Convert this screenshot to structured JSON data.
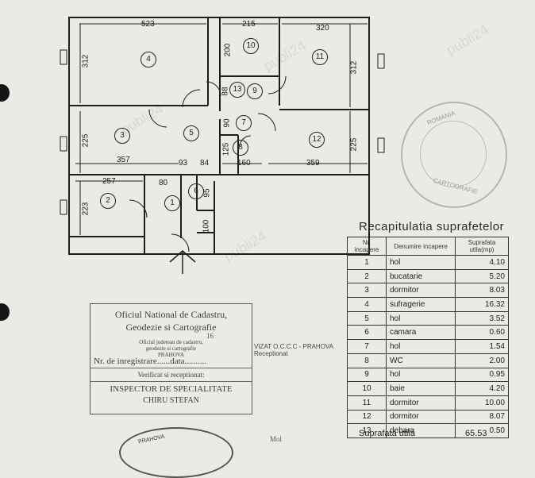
{
  "plan": {
    "dims": [
      "523",
      "215",
      "320",
      "312",
      "312",
      "225",
      "225",
      "90",
      "200",
      "88",
      "125",
      "357",
      "93",
      "84",
      "160",
      "359",
      "257",
      "80",
      "223",
      "95",
      "100"
    ],
    "rooms": [
      "1",
      "2",
      "3",
      "4",
      "5",
      "6",
      "7",
      "8",
      "9",
      "10",
      "11",
      "12",
      "13"
    ]
  },
  "recap": {
    "title": "Recapitulatia suprafetelor",
    "headers": [
      "Nr. incapere",
      "Denumire incapere",
      "Suprafata utila(mp)"
    ],
    "rows": [
      {
        "nr": "1",
        "name": "hol",
        "area": "4.10"
      },
      {
        "nr": "2",
        "name": "bucatarie",
        "area": "5.20"
      },
      {
        "nr": "3",
        "name": "dormitor",
        "area": "8.03"
      },
      {
        "nr": "4",
        "name": "sufragerie",
        "area": "16.32"
      },
      {
        "nr": "5",
        "name": "hol",
        "area": "3.52"
      },
      {
        "nr": "6",
        "name": "camara",
        "area": "0.60"
      },
      {
        "nr": "7",
        "name": "hol",
        "area": "1.54"
      },
      {
        "nr": "8",
        "name": "WC",
        "area": "2.00"
      },
      {
        "nr": "9",
        "name": "hol",
        "area": "0.95"
      },
      {
        "nr": "10",
        "name": "baie",
        "area": "4.20"
      },
      {
        "nr": "11",
        "name": "dormitor",
        "area": "10.00"
      },
      {
        "nr": "12",
        "name": "dormitor",
        "area": "8.07"
      },
      {
        "nr": "13",
        "name": "debara",
        "area": "0.50"
      }
    ],
    "total_label": "Suprafata utila",
    "total_value": "65.53"
  },
  "stamp": {
    "line1": "Oficiul National de Cadastru,",
    "line2": "Geodezie si Cartografie",
    "line3": "Oficiul judetean de cadastru,",
    "line4": "geodezie si cartografie",
    "line5": "PRAHOVA",
    "line6": "Nr. de inregistrare......data..........",
    "line7": "Verificat si receptionat:",
    "line8": "INSPECTOR DE SPECIALITATE",
    "line9": "CHIRU STEFAN"
  },
  "vizat": {
    "line1": "VIZAT O.C.C.C - PRAHOVA",
    "line2": "Receptionat"
  },
  "round_stamp": {
    "top": "ROMANIA",
    "bottom": "CARTOGRAFIE"
  },
  "bottom_stamp": {
    "text": "PRAHOVA"
  },
  "hand": {
    "mark1": "16",
    "mark2": "Mol"
  }
}
